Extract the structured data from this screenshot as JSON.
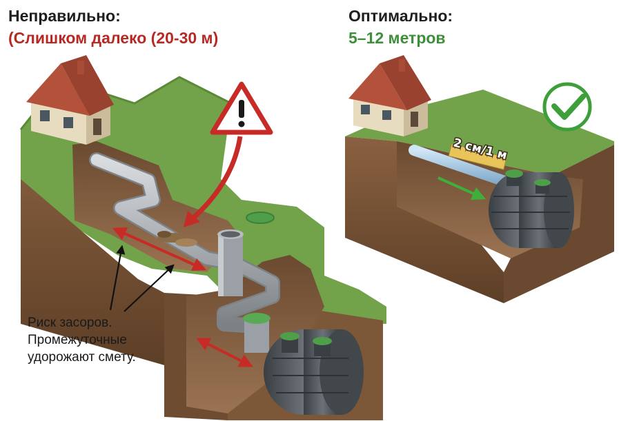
{
  "left_panel": {
    "title": "Неправильно:",
    "subtitle": "(Слишком далеко (20-30 м)",
    "note_lines": [
      "Риск засоров.",
      "Промежуточные",
      "удорожают смету."
    ],
    "warning_icon": "warning-triangle-icon"
  },
  "right_panel": {
    "title": "Оптимально:",
    "subtitle": "5–12 метров",
    "slope_label": "2 см/1 м",
    "check_icon": "check-circle-icon"
  },
  "colors": {
    "wrong_red": "#b72a24",
    "optimal_green": "#3d8f3a",
    "grass": "#6f9e47",
    "soil": "#7b5637",
    "tank": "#4a4f53",
    "lid_green": "#4f9f4a"
  }
}
